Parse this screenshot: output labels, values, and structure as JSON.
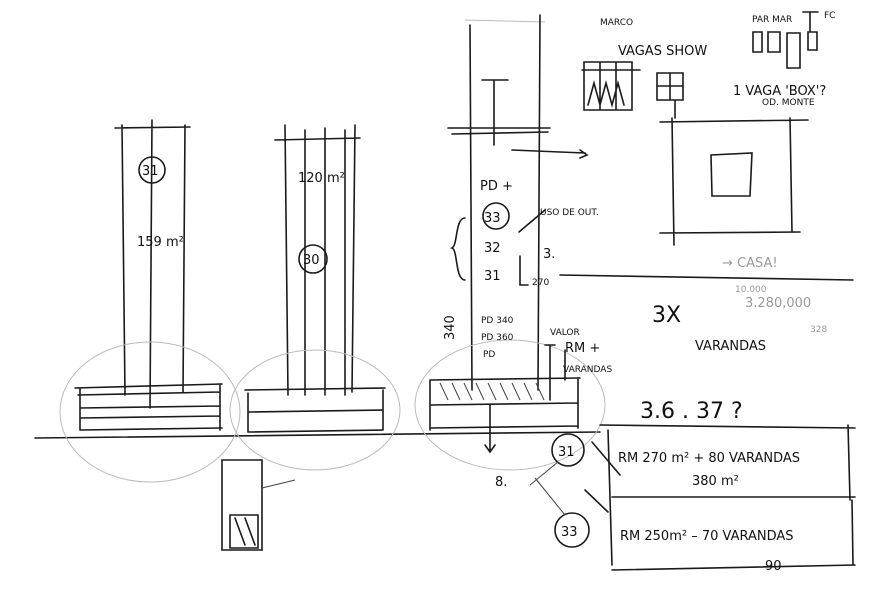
{
  "tower_left": {
    "floor": "31",
    "area": "159 m²"
  },
  "tower_middle": {
    "area": "120 m²",
    "floor": "30"
  },
  "tower_right": {
    "pd_top": "PD +",
    "floor_33": "33",
    "note_33": "USO DE OUT.",
    "floor_32": "32",
    "floor_31": "31",
    "dim_3": "3.",
    "dim_270": "270",
    "dim_340": "340",
    "pd_340": "PD 340",
    "pd_360": "PD 360",
    "pd_blank": "PD",
    "valor": "VALOR",
    "rm_plus": "RM +",
    "varandas": "VARANDAS"
  },
  "top_right": {
    "marco": "MARCO",
    "vagas_show": "VAGAS SHOW",
    "par_mar": "PAR MAR",
    "fc": "FC",
    "vaga_box": "1 VAGA 'BOX'?",
    "od_monte": "OD. MONTE",
    "casa": "→ CASA!",
    "calc_1": "10.000",
    "calc_2": "3.280,000",
    "calc_3": "328",
    "times": "3X",
    "varandas": "VARANDAS"
  },
  "bottom_right": {
    "question": "3.6 . 37 ?",
    "circle_31": "31",
    "circle_33": "33",
    "eight": "8.",
    "row1_line1": "RM 270 m² + 80 VARANDAS",
    "row1_line2": "380 m²",
    "row2": "RM 250m² – 70 VARANDAS",
    "row2_sub": "90"
  }
}
